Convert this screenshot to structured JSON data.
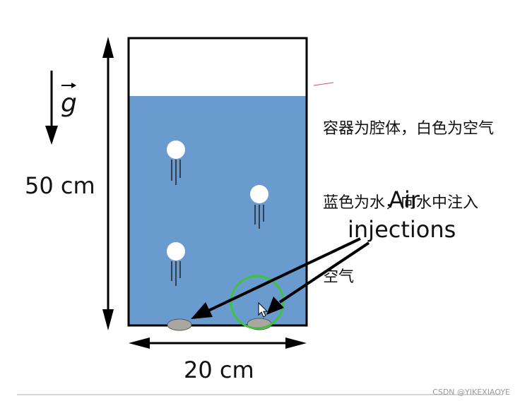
{
  "diagram": {
    "gravity_symbol": "g",
    "height_label": "50 cm",
    "width_label": "20 cm",
    "air_injections_label": [
      "Air",
      "injections"
    ],
    "note_lines": [
      "容器为腔体，白色为空气",
      "蓝色为水，向水中注入",
      "空气"
    ],
    "watermark": "CSDN @YIKEXIAOYE"
  },
  "colors": {
    "water": "#6a9bcf",
    "air": "#ffffff",
    "injector": "#a8a8a0",
    "highlight_circle": "#3cc43c",
    "note_pointer": "#e05050"
  }
}
